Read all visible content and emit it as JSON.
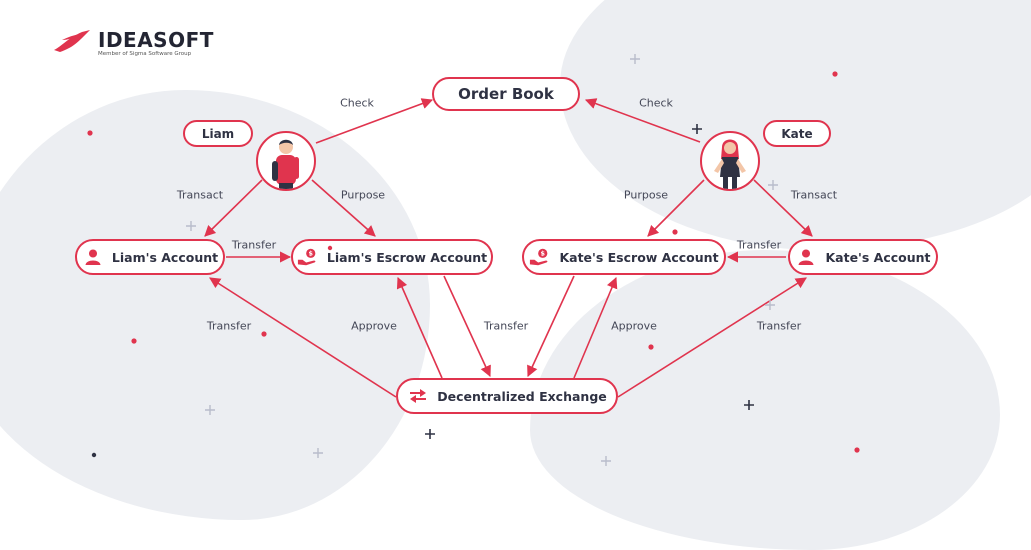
{
  "brand": {
    "name": "IDEASOFT",
    "tagline": "Member of Sigma Software Group",
    "accent": "#e0344e",
    "text": "#2f3243",
    "background_shape": "#eceef2"
  },
  "nodes": {
    "order_book": "Order Book",
    "liam": "Liam",
    "kate": "Kate",
    "liams_account": "Liam's Account",
    "liams_escrow": "Liam's Escrow Account",
    "kates_escrow": "Kate's Escrow Account",
    "kates_account": "Kate's Account",
    "dex": "Decentralized Exchange"
  },
  "edge_labels": {
    "liam_check": "Check",
    "kate_check": "Check",
    "liam_transact": "Transact",
    "liam_purpose": "Purpose",
    "kate_purpose": "Purpose",
    "kate_transact": "Transact",
    "liam_transfer": "Transfer",
    "kate_transfer": "Transfer",
    "dex_to_liam_transfer": "Transfer",
    "liam_approve": "Approve",
    "liam_escrow_transfer": "Transfer",
    "kate_approve": "Approve",
    "dex_to_kate_transfer": "Transfer"
  },
  "icons": {
    "liam_avatar": "man-avatar-icon",
    "kate_avatar": "woman-avatar-icon",
    "account": "user-icon",
    "escrow": "hand-coin-icon",
    "exchange": "swap-arrows-icon",
    "logo": "bird-logo-icon"
  }
}
